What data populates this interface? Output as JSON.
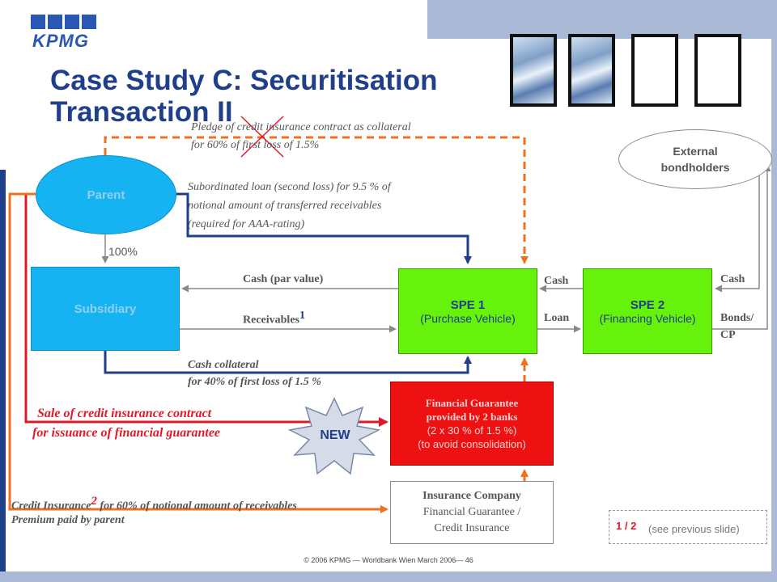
{
  "slide": {
    "logo_text": "KPMG",
    "title": "Case Study C: Securitisation Transaction II",
    "footer": "© 2006 KPMG — Worldbank Wien March 2006— 46"
  },
  "nodes": {
    "parent": "Parent",
    "subsidiary": "Subsidiary",
    "spe1": {
      "name": "SPE 1",
      "sub": "(Purchase Vehicle)"
    },
    "spe2": {
      "name": "SPE 2",
      "sub": "(Financing Vehicle)"
    },
    "external": {
      "line1": "External",
      "line2": "bondholders"
    },
    "fin_guarantee": {
      "line1": "Financial Guarantee",
      "line2": "provided by 2 banks",
      "line3": "(2 x 30 % of 1.5 %)",
      "line4": "(to avoid consolidation)"
    },
    "insurance": {
      "line1": "Insurance Company",
      "line2": "Financial Guarantee /",
      "line3": "Credit Insurance"
    },
    "new_badge": "NEW"
  },
  "labels": {
    "pledge_1": "Pledge of credit insurance contract as collateral",
    "pledge_2": "for 60% of first loss of 1.5%",
    "subloan_1": "Subordinated loan (second loss) for 9.5 % of",
    "subloan_2": "notional amount of transferred receivables",
    "subloan_3": "(required for AAA-rating)",
    "ownership": "100%",
    "cash_par": "Cash (par value)",
    "receivables": "Receivables",
    "receivables_note": "1",
    "cash_collateral_1": "Cash collateral",
    "cash_collateral_2": "for 40% of first loss of 1.5 %",
    "spe_cash": "Cash",
    "spe_loan": "Loan",
    "ext_cash": "Cash",
    "bonds_1": "Bonds/",
    "bonds_2": "CP",
    "sale_1": "Sale of credit insurance contract",
    "sale_2": "for issuance of financial guarantee",
    "credit_ins_1a": "Credit Insurance",
    "credit_ins_note": "2",
    "credit_ins_1b": " for 60% of notional amount of receivables",
    "credit_ins_2": "Premium paid by parent"
  },
  "legend": {
    "pages": "1 / 2",
    "text": "(see previous slide)"
  },
  "colors": {
    "title": "#1f3f8a",
    "accent_band": "#a9b9d6",
    "navy_arrow": "#1f3f8a",
    "orange_dashed": "#f07020",
    "red_arrow": "#e0192a",
    "subsidiary_fill": "#15b3f1",
    "spe_fill": "#66f20a",
    "guarantee_fill": "#ee1111"
  }
}
